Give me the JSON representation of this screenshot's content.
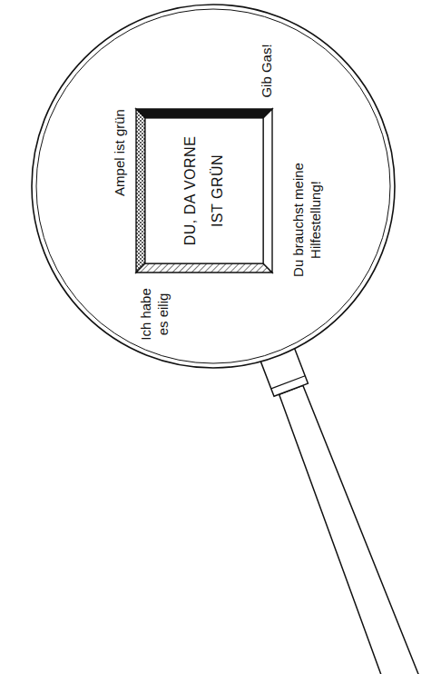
{
  "diagram": {
    "nodes": [
      {
        "text": [
          "DU, DA VORNE IST GRÜN"
        ]
      }
    ],
    "labels": [
      "Ampel ist grün",
      "Gib Gas!",
      "Ich habe es eilig",
      "Du brauchst meine Hilfestellung!"
    ]
  }
}
